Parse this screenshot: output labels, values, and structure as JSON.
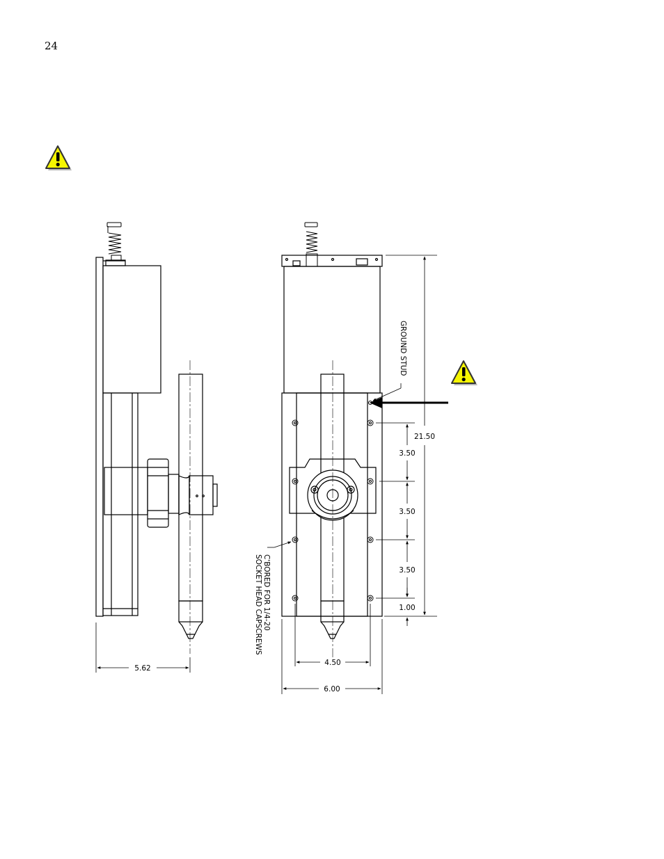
{
  "page": {
    "number": "24"
  },
  "icons": {
    "warning_top": "warning-triangle-icon",
    "warning_side": "warning-triangle-icon",
    "warning_color": "#f5f500"
  },
  "drawing": {
    "notes": {
      "ground_stud": "GROUND STUD",
      "cbored_line1": "C'BORED FOR 1/4-20",
      "cbored_line2": "SOCKET HEAD CAPSCREWS"
    },
    "dimensions": {
      "side_depth": "5.62",
      "overall_height": "21.50",
      "spacing_1": "3.50",
      "spacing_2": "3.50",
      "spacing_3": "3.50",
      "bottom_offset": "1.00",
      "hole_width": "4.50",
      "overall_width": "6.00"
    }
  }
}
